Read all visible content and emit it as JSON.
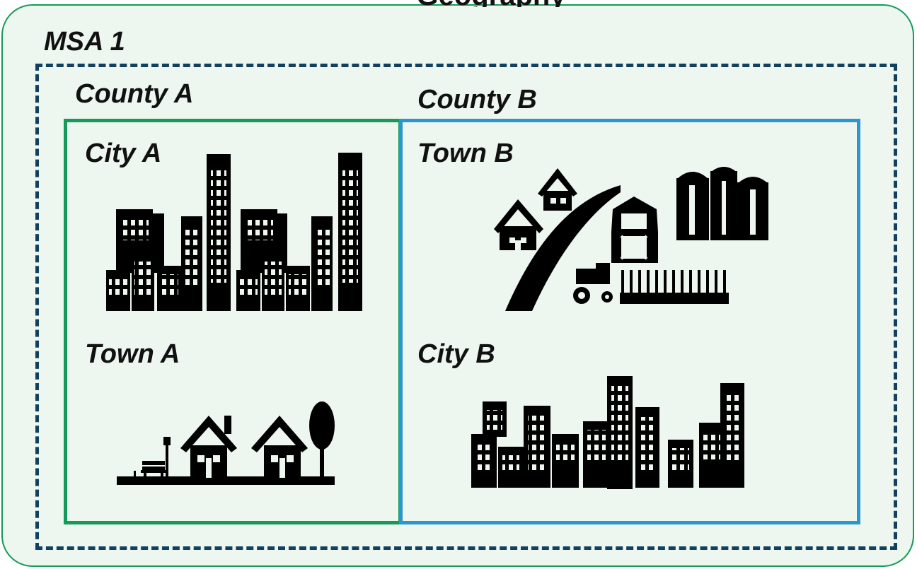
{
  "diagram": {
    "heading": "Geography",
    "msa_label": "MSA 1",
    "counties": [
      {
        "label": "County A",
        "places": [
          {
            "label": "City A"
          },
          {
            "label": "Town A"
          }
        ]
      },
      {
        "label": "County B",
        "places": [
          {
            "label": "Town B"
          },
          {
            "label": "City B"
          }
        ]
      }
    ],
    "colors": {
      "panel_bg": "#edf6ef",
      "panel_border": "#159a5a",
      "msa_border": "#11415f",
      "county_a_border": "#159a5a",
      "county_b_border": "#2b97cf",
      "icon_fill": "#000000"
    },
    "icons": [
      "city-skyline-icon",
      "suburban-houses-icon",
      "rural-farm-icon",
      "city-skyline-icon"
    ]
  }
}
